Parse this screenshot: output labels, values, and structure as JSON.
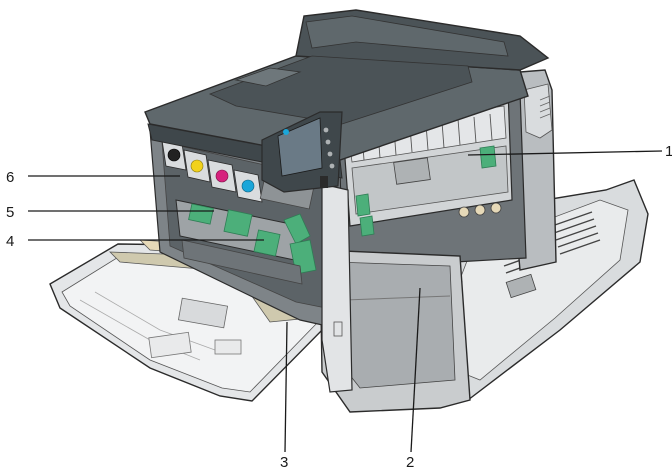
{
  "figure": {
    "subject": "printer-interior-opened",
    "colors": {
      "body_light": "#d9dcde",
      "body_mid": "#b9bdc0",
      "body_dark": "#8e9396",
      "top_cover": "#4b5357",
      "top_cover_light": "#5f686c",
      "interior": "#6e7478",
      "accent_green": "#4caf7a",
      "accent_green_dark": "#2f7d55",
      "toner_cyan": "#1aa6d9",
      "toner_magenta": "#d6217d",
      "toner_yellow": "#f2d21b",
      "toner_black": "#222222",
      "glass_tan": "#e6d9b8",
      "screen": "#6a7a86",
      "line": "#2b2b2b"
    },
    "icons": [
      "touch-panel-icon"
    ]
  },
  "callouts": [
    {
      "id": "1",
      "label": "1"
    },
    {
      "id": "2",
      "label": "2"
    },
    {
      "id": "3",
      "label": "3"
    },
    {
      "id": "4",
      "label": "4"
    },
    {
      "id": "5",
      "label": "5"
    },
    {
      "id": "6",
      "label": "6"
    }
  ]
}
